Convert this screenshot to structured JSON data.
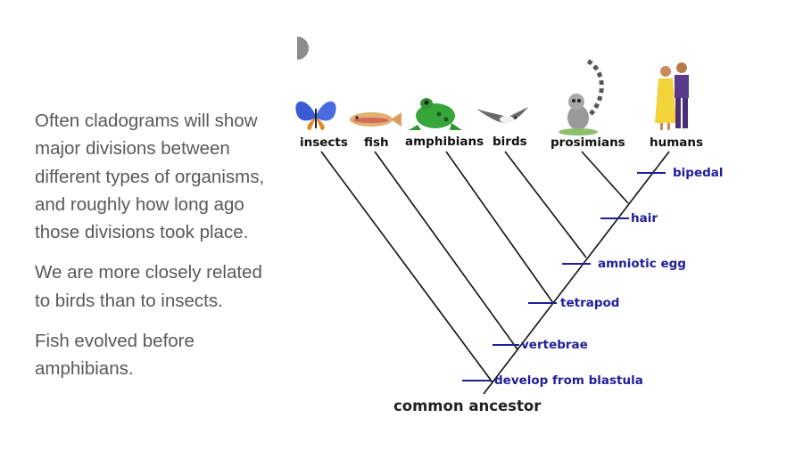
{
  "slide": {
    "paragraphs": [
      "Often cladograms will show major divisions between different types of organisms, and roughly how long ago those divisions took place.",
      "We are more closely related to birds than to insects.",
      "Fish evolved before amphibians."
    ]
  },
  "cladogram": {
    "taxa": [
      "insects",
      "fish",
      "amphibians",
      "birds",
      "prosimians",
      "humans"
    ],
    "traits": [
      "develop from blastula",
      "vertebrae",
      "tetrapod",
      "amniotic egg",
      "hair",
      "bipedal"
    ],
    "root_label": "common ancestor",
    "colors": {
      "branch": "#111111",
      "trait": "#1f1f9a",
      "text": "#595959"
    },
    "icons": [
      "butterfly-icon",
      "fish-icon",
      "frog-icon",
      "bird-icon",
      "lemur-icon",
      "human-couple-icon"
    ]
  }
}
